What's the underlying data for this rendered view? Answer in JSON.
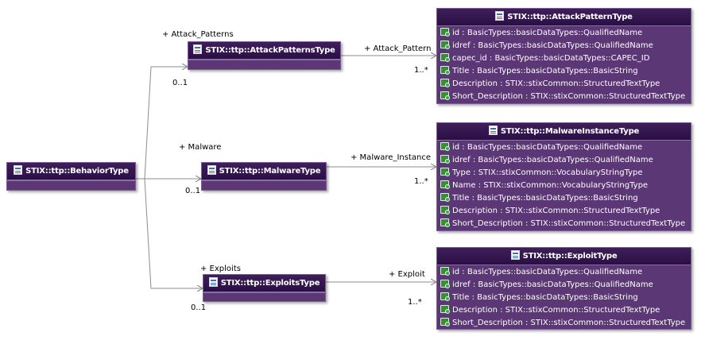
{
  "behavior": {
    "title": "STIX::ttp::BehaviorType"
  },
  "attack_patterns_container": {
    "title": "STIX::ttp::AttackPatternsType",
    "role": "+ Attack_Patterns",
    "multiplicity": "0..1"
  },
  "malware_container": {
    "title": "STIX::ttp::MalwareType",
    "role": "+ Malware",
    "multiplicity": "0..1"
  },
  "exploits_container": {
    "title": "STIX::ttp::ExploitsType",
    "role": "+ Exploits",
    "multiplicity": "0..1"
  },
  "attack_pattern": {
    "title": "STIX::ttp::AttackPatternType",
    "role": "+ Attack_Pattern",
    "multiplicity": "1..*",
    "attributes": [
      "id : BasicTypes::basicDataTypes::QualifiedName",
      "idref : BasicTypes::basicDataTypes::QualifiedName",
      "capec_id : BasicTypes::basicDataTypes::CAPEC_ID",
      "Title : BasicTypes::basicDataTypes::BasicString",
      "Description : STIX::stixCommon::StructuredTextType",
      "Short_Description : STIX::stixCommon::StructuredTextType"
    ]
  },
  "malware_instance": {
    "title": "STIX::ttp::MalwareInstanceType",
    "role": "+ Malware_Instance",
    "multiplicity": "1..*",
    "attributes": [
      "id : BasicTypes::basicDataTypes::QualifiedName",
      "idref : BasicTypes::basicDataTypes::QualifiedName",
      "Type : STIX::stixCommon::VocabularyStringType",
      "Name : STIX::stixCommon::VocabularyStringType",
      "Title : BasicTypes::basicDataTypes::BasicString",
      "Description : STIX::stixCommon::StructuredTextType",
      "Short_Description : STIX::stixCommon::StructuredTextType"
    ]
  },
  "exploit": {
    "title": "STIX::ttp::ExploitType",
    "role": "+ Exploit",
    "multiplicity": "1..*",
    "attributes": [
      "id : BasicTypes::basicDataTypes::QualifiedName",
      "idref : BasicTypes::basicDataTypes::QualifiedName",
      "Title : BasicTypes::basicDataTypes::BasicString",
      "Description : STIX::stixCommon::StructuredTextType",
      "Short_Description : STIX::stixCommon::StructuredTextType"
    ]
  }
}
